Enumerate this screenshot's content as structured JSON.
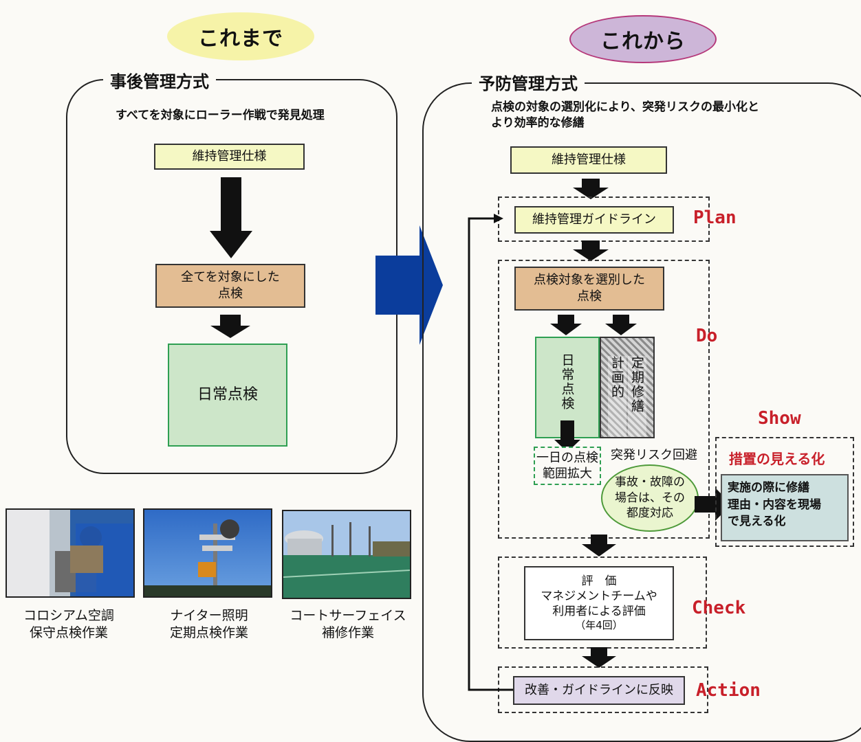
{
  "left": {
    "badge": "これまで",
    "heading": "事後管理方式",
    "subtitle": "すべてを対象にローラー作戦で発見処理",
    "box1": "維持管理仕様",
    "box2_line1": "全てを対象にした",
    "box2_line2": "点検",
    "box3": "日常点検"
  },
  "right": {
    "badge": "これから",
    "heading": "予防管理方式",
    "subtitle_line1": "点検の対象の選別化により、突発リスクの最小化と",
    "subtitle_line2": "より効率的な修繕",
    "box_spec": "維持管理仕様",
    "box_guideline": "維持管理ガイドライン",
    "box_selected_line1": "点検対象を選別した",
    "box_selected_line2": "点検",
    "col_daily": "日常点検",
    "col_planned_1": "計画的",
    "col_planned_2": "定期修繕",
    "expand_line1": "一日の点検",
    "expand_line2": "範囲拡大",
    "risk_label": "突発リスク回避",
    "bubble_line1": "事故・故障の",
    "bubble_line2": "場合は、その",
    "bubble_line3": "都度対応",
    "show_title": "措置の見える化",
    "show_body_line1": "実施の際に修繕",
    "show_body_line2": "理由・内容を現場",
    "show_body_line3": "で見える化",
    "eval_line1": "評　価",
    "eval_line2": "マネジメントチームや",
    "eval_line3": "利用者による評価",
    "eval_line4": "（年4回）",
    "action_box": "改善・ガイドラインに反映"
  },
  "phases": {
    "plan": "Plan",
    "do": "Do",
    "show": "Show",
    "check": "Check",
    "action": "Action"
  },
  "photos": [
    {
      "caption_line1": "コロシアム空調",
      "caption_line2": "保守点検作業"
    },
    {
      "caption_line1": "ナイター照明",
      "caption_line2": "定期点検作業"
    },
    {
      "caption_line1": "コートサーフェイス",
      "caption_line2": "補修作業"
    }
  ],
  "colors": {
    "badge_left": "#f6f3a8",
    "badge_right": "#cdb6d8",
    "phase_red": "#c8202a",
    "big_arrow": "#0b3d9c"
  }
}
